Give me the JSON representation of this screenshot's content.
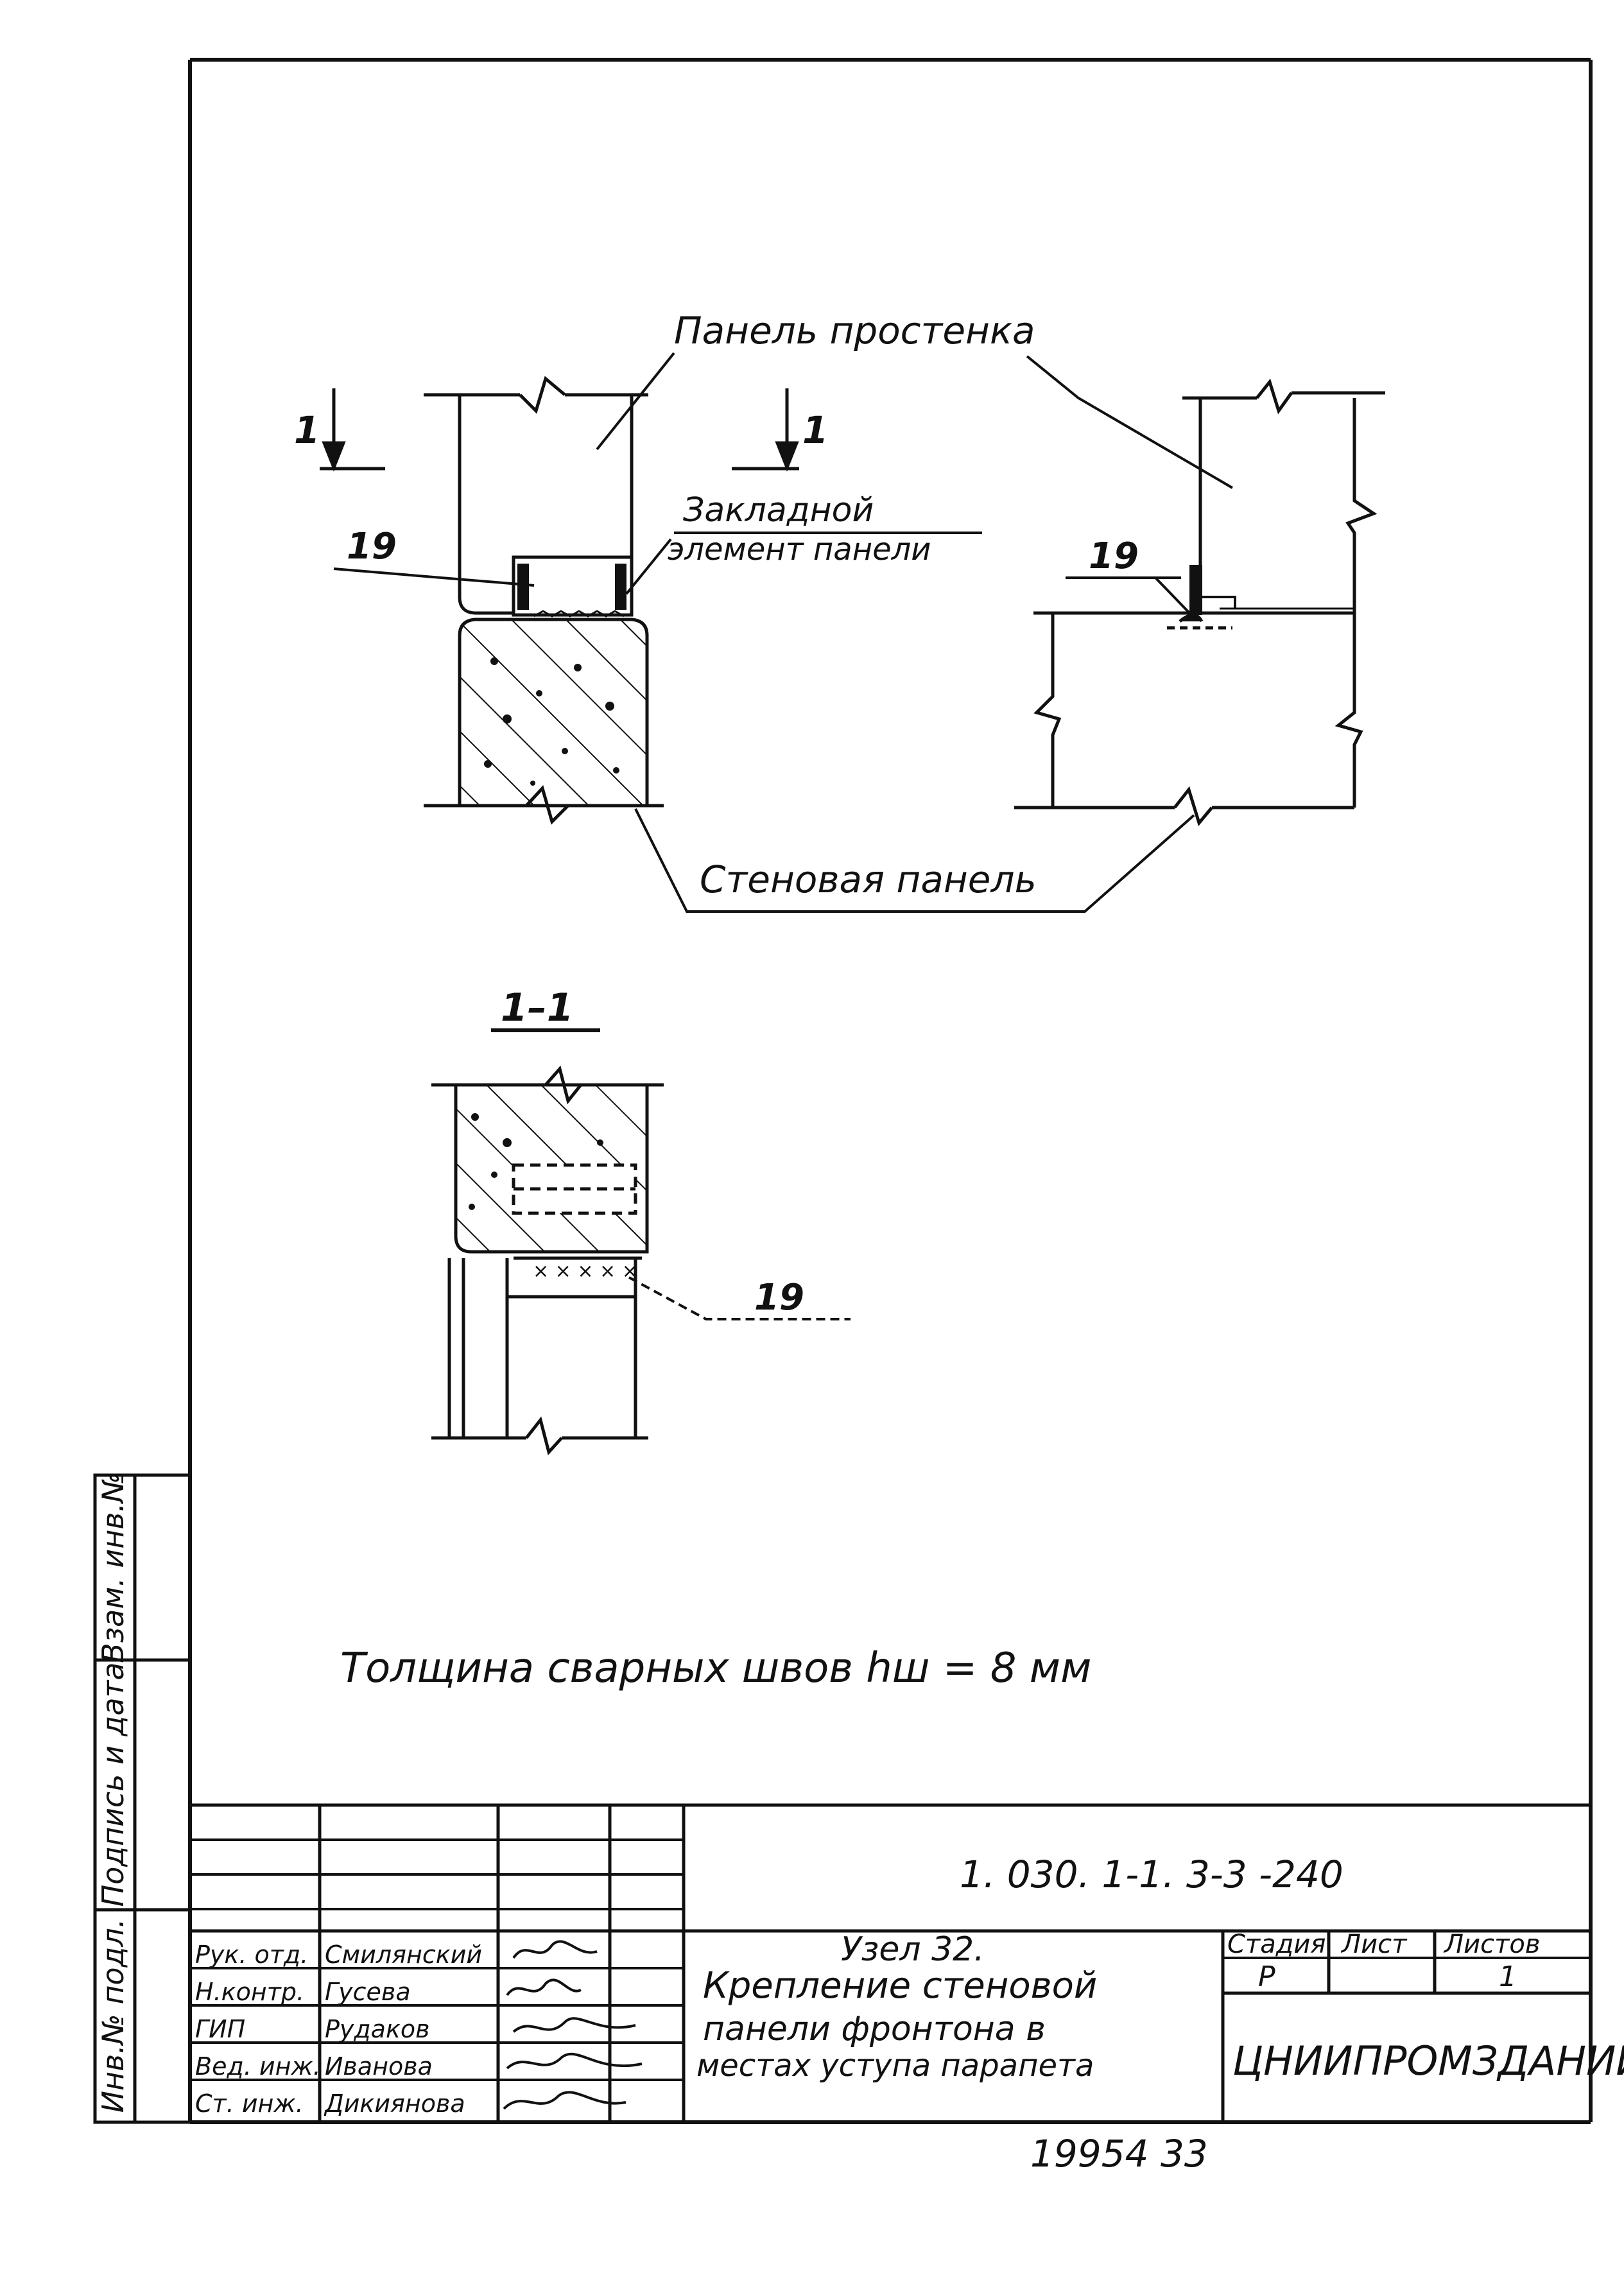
{
  "drawing": {
    "labels": {
      "panel_prostenka": "Панель простенка",
      "zakladnoy_line1": "Закладной",
      "zakladnoy_line2": "элемент панели",
      "stenovaya_panel": "Стеновая панель",
      "callout_left": "19",
      "callout_right": "19",
      "callout_section": "19",
      "cut_mark_left": "1",
      "cut_mark_right": "1",
      "section_title": "1–1"
    },
    "note": "Толщина сварных швов hш = 8 мм"
  },
  "side_stamp": {
    "cells": [
      "Взам. инв.№",
      "Подпись и дата",
      "Инв.№ подл."
    ]
  },
  "title_block": {
    "document_code": "1. 030. 1-1. 3-3 -240",
    "roles": [
      "Рук. отд.",
      "Н.контр.",
      "ГИП",
      "Вед. инж.",
      "Ст. инж."
    ],
    "names": [
      "Смилянский",
      "Гусева",
      "Рудаков",
      "Иванова",
      "Дикиянова"
    ],
    "title_lines": [
      "Узел 32.",
      "Крепление стеновой",
      "панели фронтона в",
      "местах уступа парапета"
    ],
    "stage_header": "Стадия",
    "sheet_header": "Лист",
    "sheets_header": "Листов",
    "stage_value": "Р",
    "sheet_value": "",
    "sheets_value": "1",
    "organization": "ЦНИИПРОМЗДАНИЙ"
  },
  "footer": {
    "archive_number": "19954 33"
  },
  "colors": {
    "ink": "#111111",
    "paper": "#ffffff"
  }
}
